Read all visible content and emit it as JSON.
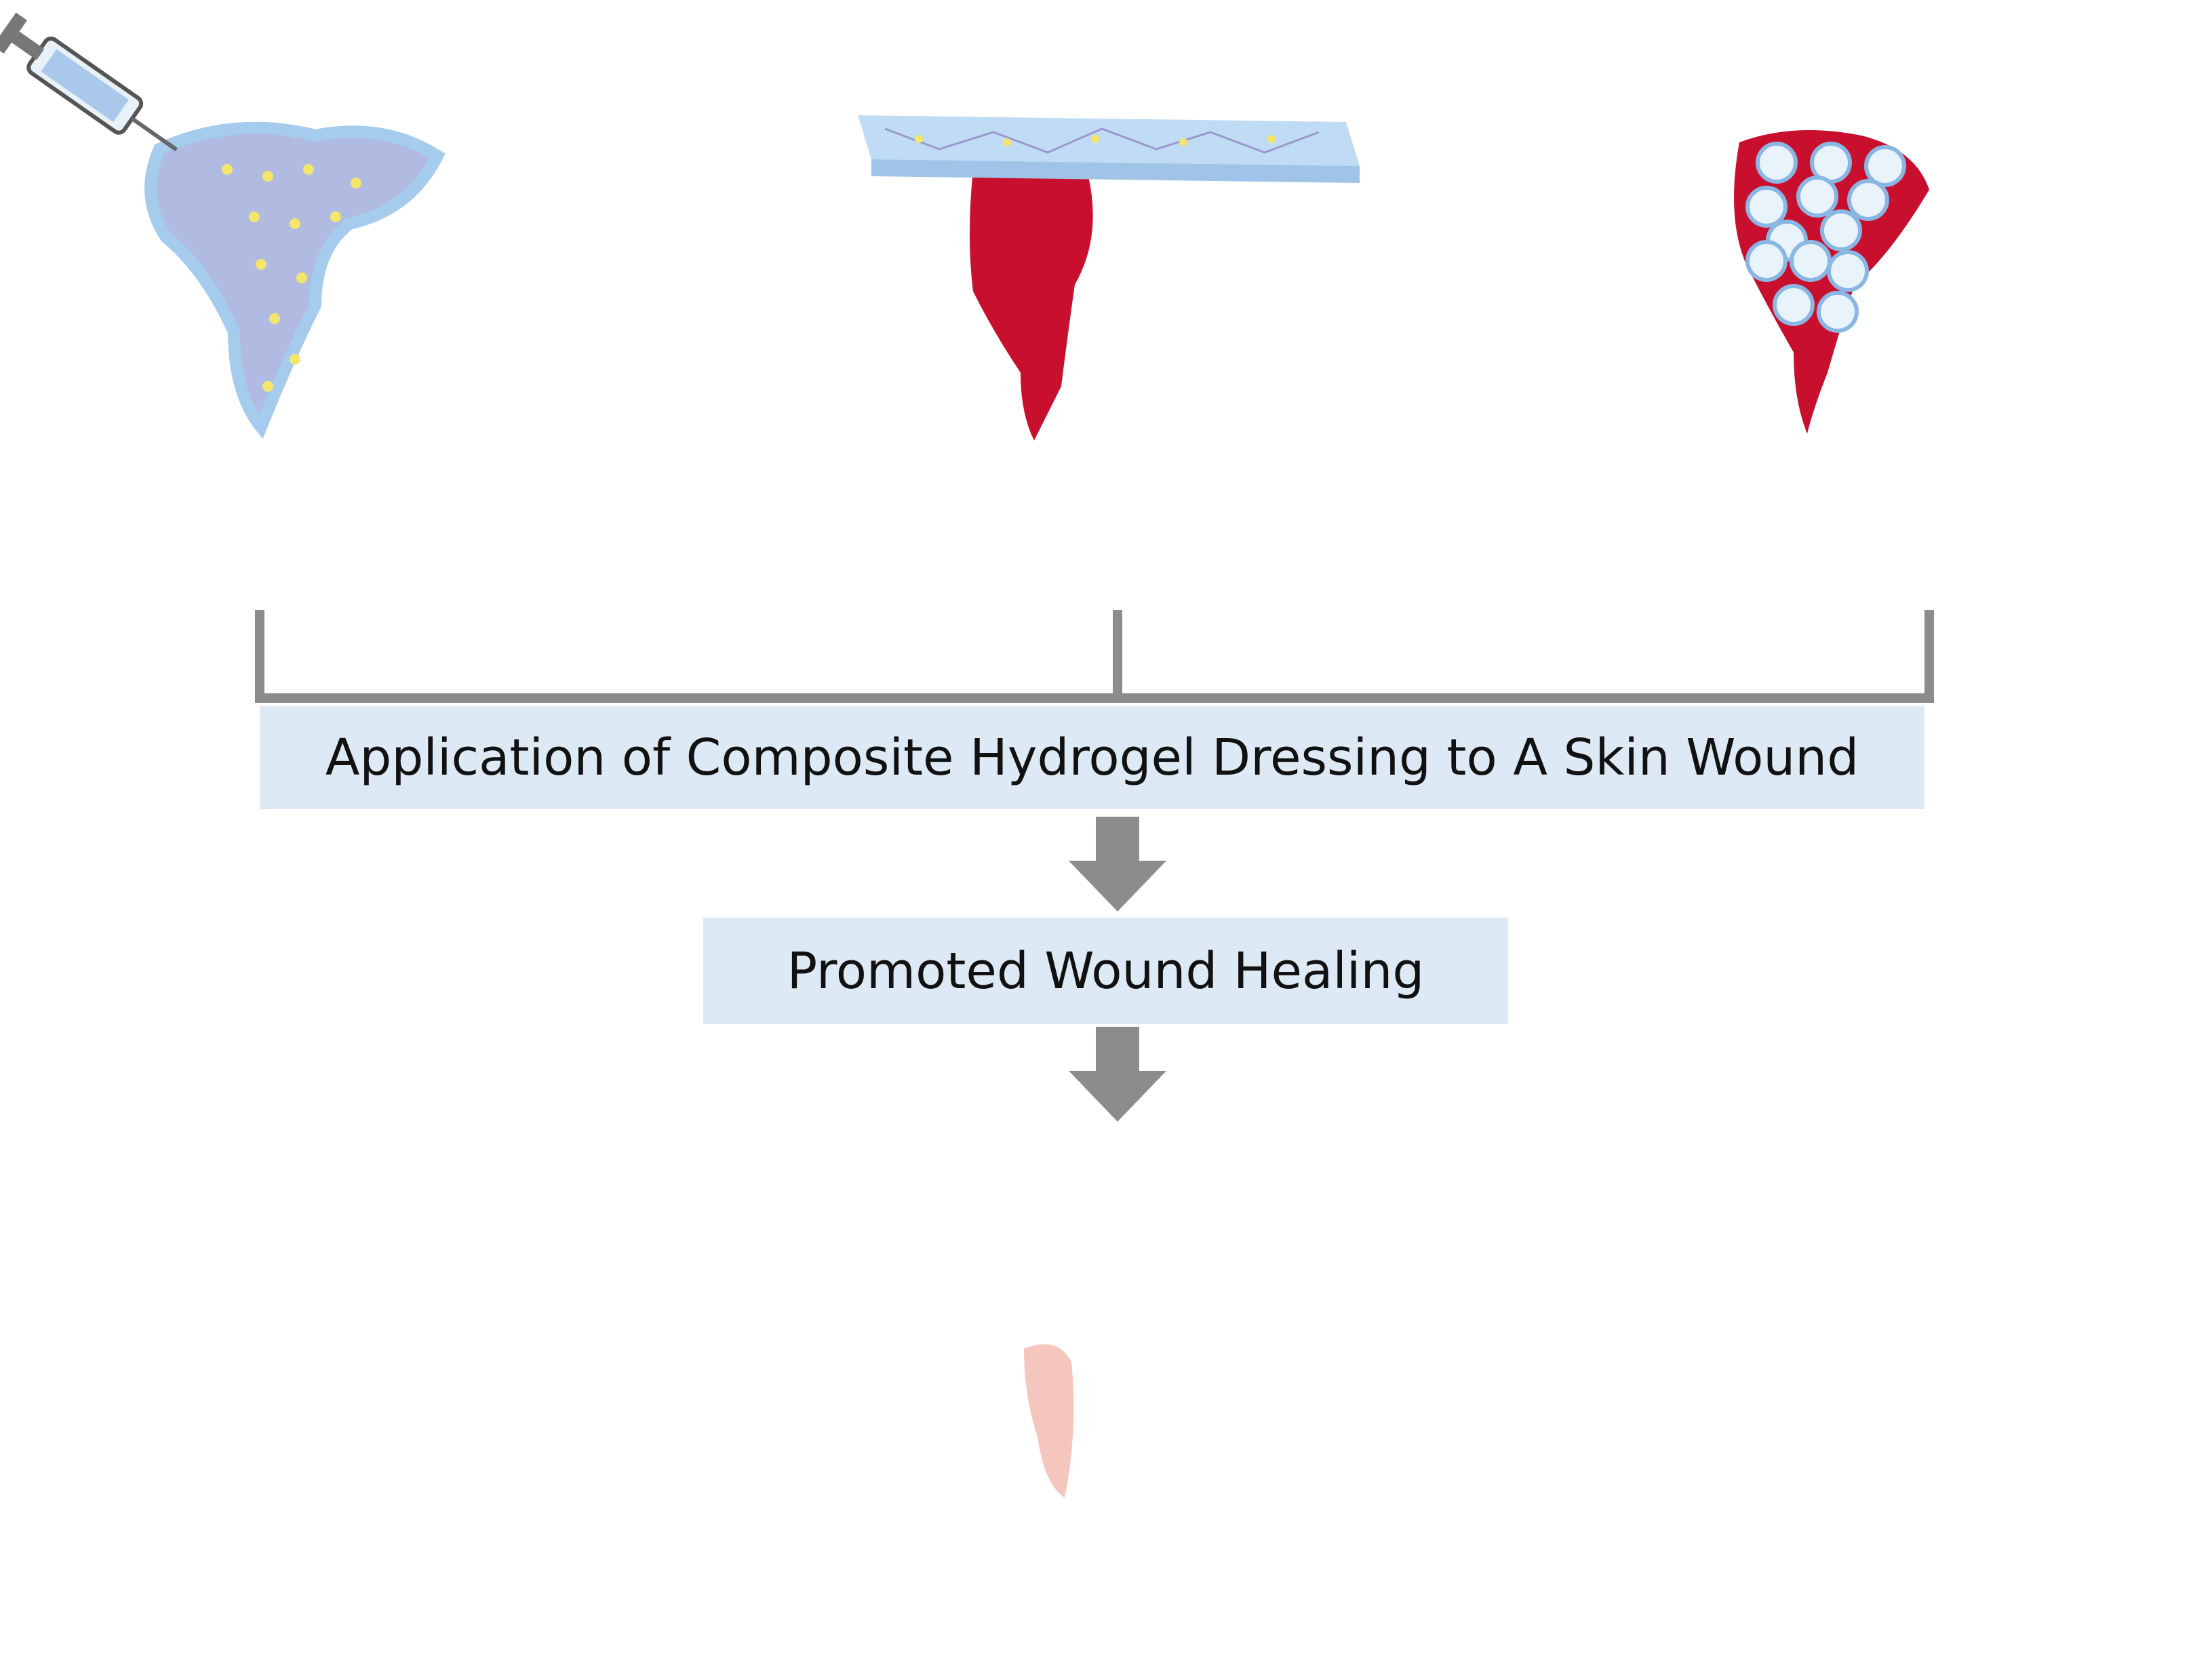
{
  "diagram": {
    "application_label": "Application of Composite Hydrogel Dressing to A Skin Wound",
    "healing_label": "Promoted Wound Healing",
    "colors": {
      "epidermis_top": "#f7c89c",
      "epidermis_stripe": "#fbe3e0",
      "dermis": "#f6b8b4",
      "dermis_side": "#f19e97",
      "papillae": "#ec8f8d",
      "fat": "#f9d89a",
      "fat_side": "#f6c676",
      "blood_clot": "#c8102e",
      "hydrogel_injected": "#a9b3dd",
      "hydrogel_sheet": "#b9d8f3",
      "microsphere": "#e9f3fb",
      "arrow": "#8c8c8c",
      "bracket": "#8c8c8c",
      "label_box": "#dde9f5"
    },
    "panels": [
      {
        "name": "injectable-hydrogel-panel",
        "icon": "syringe-icon"
      },
      {
        "name": "sheet-hydrogel-panel"
      },
      {
        "name": "microsphere-hydrogel-panel"
      },
      {
        "name": "healed-skin-panel"
      }
    ]
  }
}
